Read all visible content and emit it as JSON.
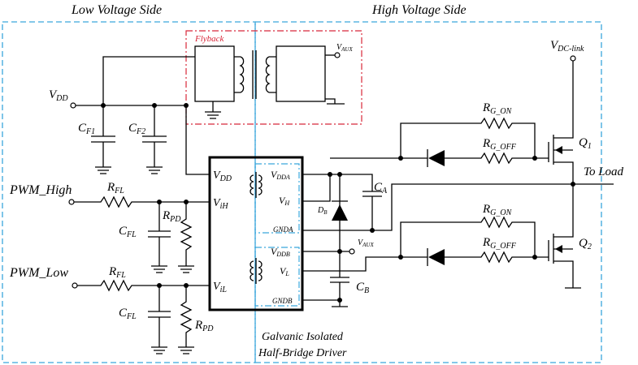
{
  "regions": {
    "low_voltage": "Low Voltage Side",
    "high_voltage": "High Voltage Side"
  },
  "flyback": {
    "label": "Flyback",
    "vaux": "V",
    "vaux_sub": "AUX"
  },
  "supply": {
    "vdd": "V",
    "vdd_sub": "DD"
  },
  "caps": {
    "cf1": "C",
    "cf1_sub": "F1",
    "cf2": "C",
    "cf2_sub": "F2",
    "cfl_high": "C",
    "cfl_high_sub": "FL",
    "cfl_low": "C",
    "cfl_low_sub": "FL",
    "ca": "C",
    "ca_sub": "A",
    "cb": "C",
    "cb_sub": "B"
  },
  "inputs": {
    "pwm_high": "PWM_High",
    "pwm_low": "PWM_Low",
    "rfl_high": "R",
    "rfl_high_sub": "FL",
    "rfl_low": "R",
    "rfl_low_sub": "FL",
    "rpd_high": "R",
    "rpd_high_sub": "PD",
    "rpd_low": "R",
    "rpd_low_sub": "PD"
  },
  "driver": {
    "vdd": "V",
    "vdd_sub": "DD",
    "vih": "V",
    "vih_sub": "iH",
    "vil": "V",
    "vil_sub": "iL",
    "vdda": "V",
    "vdda_sub": "DDA",
    "vh": "V",
    "vh_sub": "H",
    "gnda": "GNDA",
    "vddb": "V",
    "vddb_sub": "DDB",
    "vl": "V",
    "vl_sub": "L",
    "gndb": "GNDB",
    "vaux": "V",
    "vaux_sub": "AUX",
    "caption_1": "Galvanic Isolated",
    "caption_2": "Half-Bridge Driver"
  },
  "bootstrap": {
    "db": "D",
    "db_sub": "B"
  },
  "gate": {
    "rg_on_1": "R",
    "rg_on_1_sub": "G_ON",
    "rg_off_1": "R",
    "rg_off_1_sub": "G_OFF",
    "rg_on_2": "R",
    "rg_on_2_sub": "G_ON",
    "rg_off_2": "R",
    "rg_off_2_sub": "G_OFF"
  },
  "power": {
    "vdc": "V",
    "vdc_sub": "DC-link",
    "q1": "Q",
    "q1_sub": "1",
    "q2": "Q",
    "q2_sub": "2",
    "to_load": "To Load"
  }
}
